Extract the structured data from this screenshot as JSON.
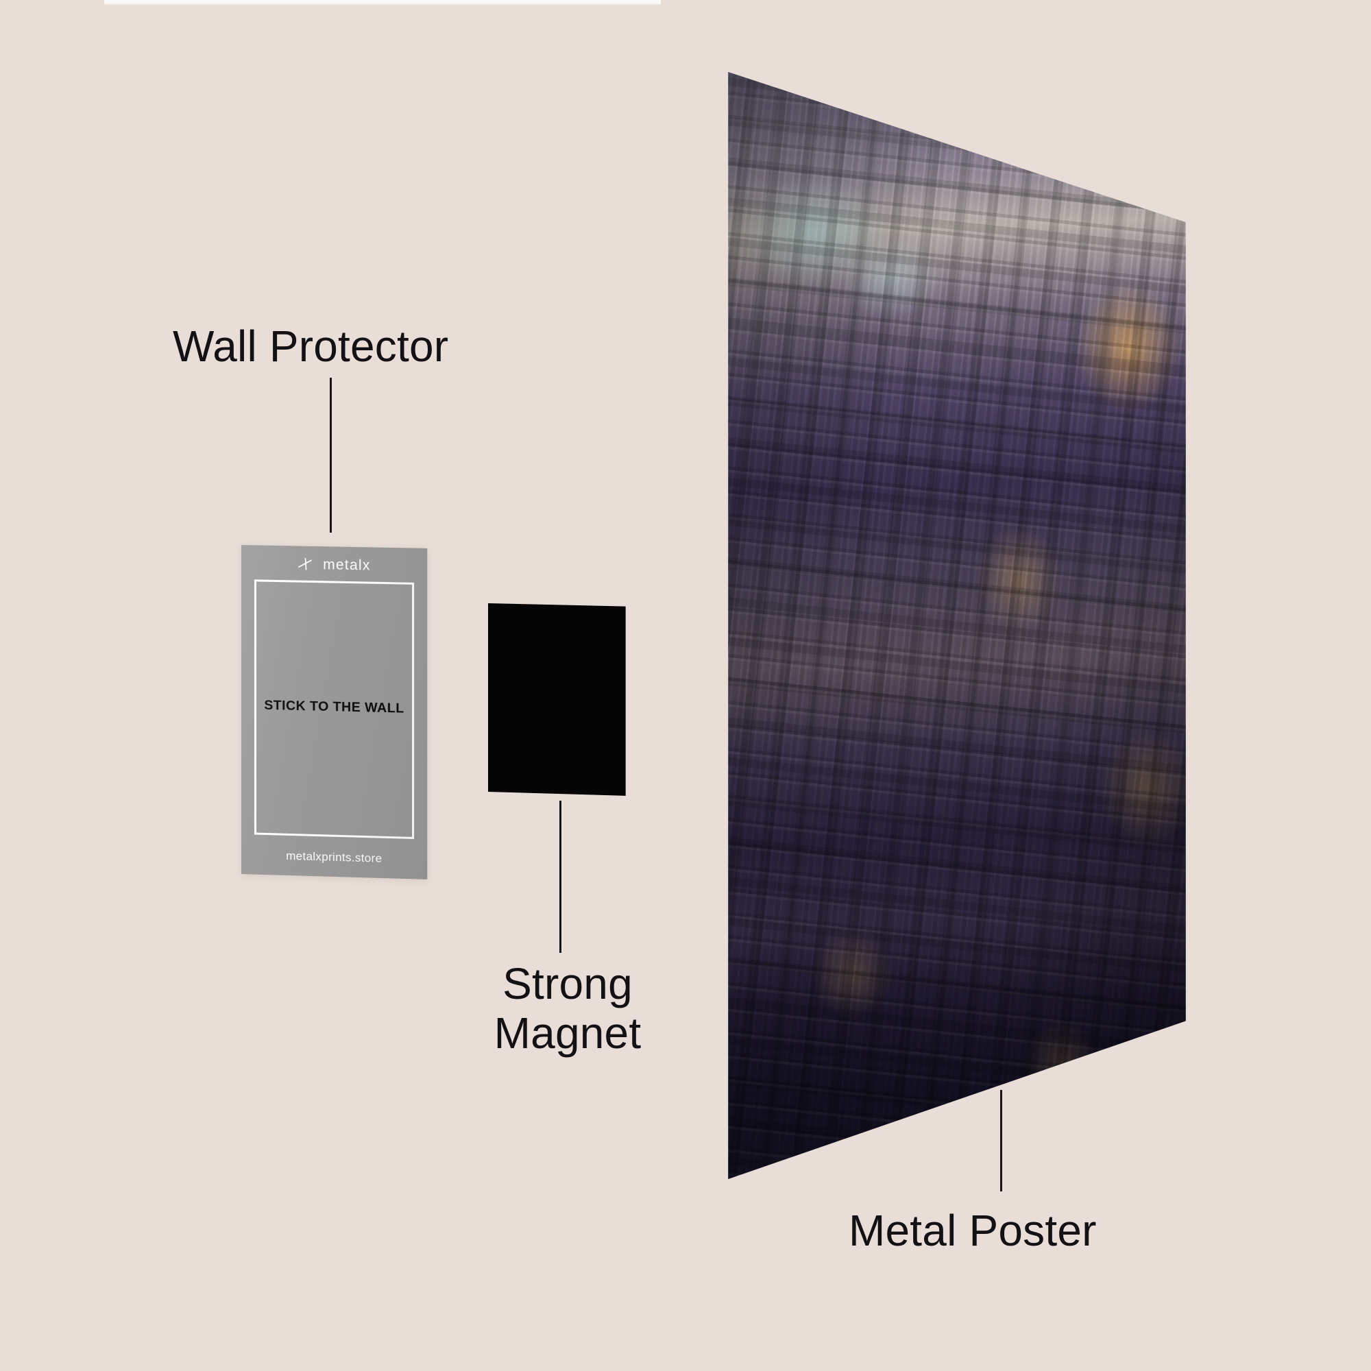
{
  "background_color": "#e9ded7",
  "callouts": [
    {
      "id": "wall-protector",
      "label": "Wall Protector"
    },
    {
      "id": "strong-magnet",
      "label": "Strong\nMagnet"
    },
    {
      "id": "metal-poster",
      "label": "Metal Poster"
    }
  ],
  "wall_protector": {
    "brand_name": "metalx",
    "brand_mark": "slanted-cross-icon",
    "instruction": "STICK TO THE WALL",
    "website": "metalxprints.store",
    "panel_color": "#9a9a9a",
    "frame_color": "#ffffff",
    "text_color": "#0e0c0e"
  },
  "strong_magnet": {
    "color": "#050505",
    "shape": "rounded-rectangle-slab"
  },
  "metal_poster": {
    "artwork_subject": "aerial cityscape at dusk",
    "palette": [
      "#4b4460",
      "#332a4a",
      "#b9b2ac",
      "#f1c478",
      "#b2dede",
      "#1d1833"
    ]
  },
  "leader_line_color": "#171317"
}
